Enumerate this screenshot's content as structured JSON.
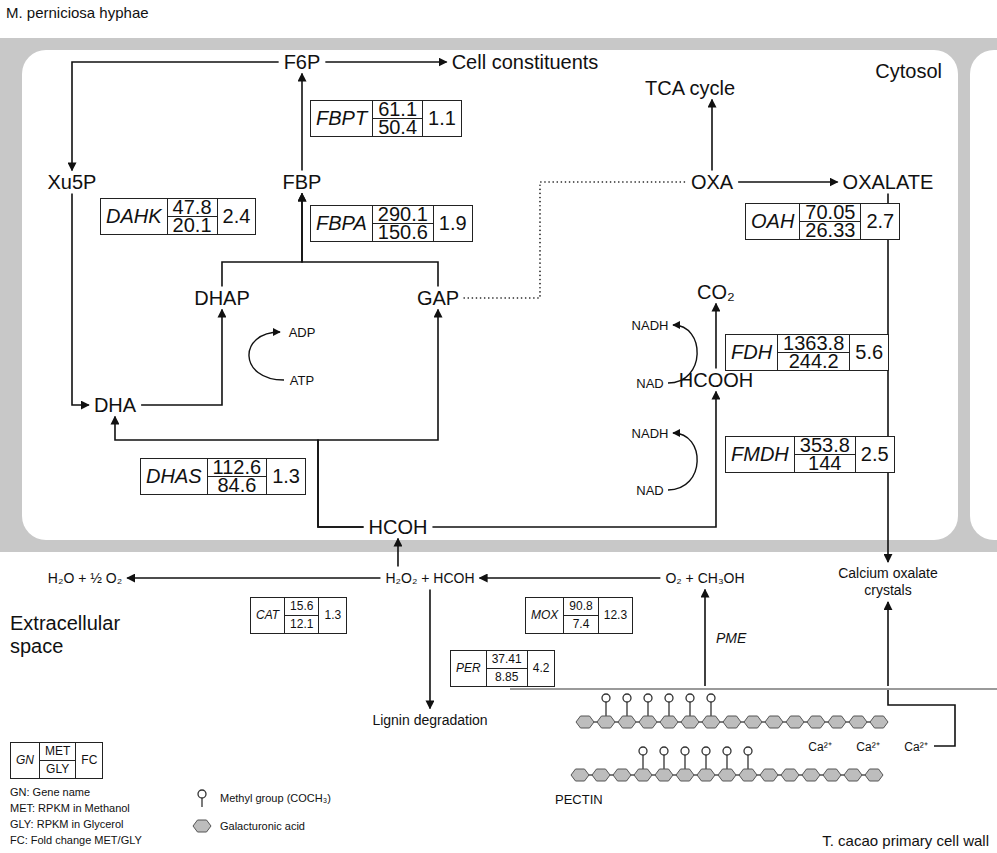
{
  "diagram": {
    "title": "M. perniciosa hyphae",
    "nodes": [
      {
        "text": [
          "Cytosol"
        ]
      },
      {
        "text": [
          "F6P"
        ],
        "in": 0
      },
      {
        "text": [
          "Cell constituents"
        ],
        "in": 0
      },
      {
        "text": [
          "TCA cycle"
        ],
        "in": 0
      },
      {
        "text": [
          "FBPT",
          "61.1",
          "50.4",
          "1.1"
        ],
        "in": 0
      },
      {
        "text": [
          "Xu5P"
        ],
        "in": 0
      },
      {
        "text": [
          "FBP"
        ],
        "in": 0
      },
      {
        "text": [
          "OXA"
        ],
        "in": 0
      },
      {
        "text": [
          "OXALATE"
        ],
        "in": 0
      },
      {
        "text": [
          "DAHK",
          "47.8",
          "20.1",
          "2.4"
        ],
        "in": 0
      },
      {
        "text": [
          "FBPA",
          "290.1",
          "150.6",
          "1.9"
        ],
        "in": 0
      },
      {
        "text": [
          "OAH",
          "70.05",
          "26.33",
          "2.7"
        ],
        "in": 0
      },
      {
        "text": [
          "CO₂"
        ],
        "in": 0
      },
      {
        "text": [
          "DHAP"
        ],
        "in": 0
      },
      {
        "text": [
          "GAP"
        ],
        "in": 0
      },
      {
        "text": [
          "FDH",
          "1363.8",
          "244.2",
          "5.6"
        ],
        "in": 0
      },
      {
        "text": [
          "HCOOH"
        ],
        "in": 0
      },
      {
        "text": [
          "DHA"
        ],
        "in": 0
      },
      {
        "text": [
          "FMDH",
          "353.8",
          "144",
          "2.5"
        ],
        "in": 0
      },
      {
        "text": [
          "DHAS",
          "112.6",
          "84.6",
          "1.3"
        ],
        "in": 0
      },
      {
        "text": [
          "HCOH"
        ],
        "in": 0
      },
      {
        "text": [
          "H₂O + ½ O₂"
        ]
      },
      {
        "text": [
          "H₂O₂ + HCOH"
        ]
      },
      {
        "text": [
          "O₂ + CH₃OH"
        ]
      },
      {
        "text": [
          "Calcium oxalate crystals"
        ]
      },
      {
        "text": [
          "CAT",
          "15.6",
          "12.1",
          "1.3"
        ]
      },
      {
        "text": [
          "MOX",
          "90.8",
          "7.4",
          "12.3"
        ]
      },
      {
        "text": [
          "PER",
          "37.41",
          "8.85",
          "4.2"
        ]
      },
      {
        "text": [
          "Lignin degradation"
        ]
      },
      {
        "text": [
          "GN",
          "MET",
          "GLY",
          "FC"
        ]
      },
      {
        "text": [
          "T. cacao primary cell wall"
        ]
      }
    ],
    "edges": [
      {
        "from": 1,
        "to": 2,
        "arrow": "to"
      },
      {
        "from": 6,
        "to": 1,
        "arrow": "to"
      },
      {
        "from": 1,
        "to": 5,
        "arrow": "to"
      },
      {
        "from": 5,
        "to": 17,
        "arrow": "to"
      },
      {
        "from": 13,
        "to": 6,
        "arrow": "to"
      },
      {
        "from": 14,
        "to": 6,
        "arrow": "to"
      },
      {
        "from": 17,
        "to": 13,
        "arrow": "to"
      },
      {
        "from": 14,
        "to": 7,
        "arrow": "none"
      },
      {
        "from": 7,
        "to": 3,
        "arrow": "to"
      },
      {
        "from": 7,
        "to": 8,
        "arrow": "to"
      },
      {
        "from": 8,
        "to": 24,
        "arrow": "to"
      },
      {
        "from": 20,
        "to": 17,
        "arrow": "to"
      },
      {
        "from": 20,
        "to": 14,
        "arrow": "to"
      },
      {
        "from": 20,
        "to": 16,
        "arrow": "to"
      },
      {
        "from": 16,
        "to": 12,
        "arrow": "to"
      },
      {
        "from": 22,
        "to": 20,
        "arrow": "to"
      },
      {
        "from": 22,
        "to": 21,
        "arrow": "to"
      },
      {
        "from": 23,
        "to": 22,
        "arrow": "to"
      },
      {
        "from": 22,
        "to": 28,
        "arrow": "to"
      },
      {
        "from": 30,
        "to": 23,
        "label": "PME",
        "arrow": "to"
      },
      {
        "from": 30,
        "to": 24,
        "arrow": "to"
      }
    ],
    "labels": [
      "ADP",
      "ATP",
      "NADH",
      "NAD",
      "NADH",
      "NAD",
      "Extracellular space",
      "Ca²⁺",
      "Ca²⁺",
      "Ca²⁺",
      "PECTIN",
      "GN: Gene name",
      "MET: RPKM in Methanol",
      "GLY: RPKM in Glycerol",
      "FC: Fold change MET/GLY"
    ],
    "legend": [
      {
        "text": "Methyl group (COCH₃)"
      },
      {
        "text": "Galacturonic acid"
      }
    ]
  }
}
